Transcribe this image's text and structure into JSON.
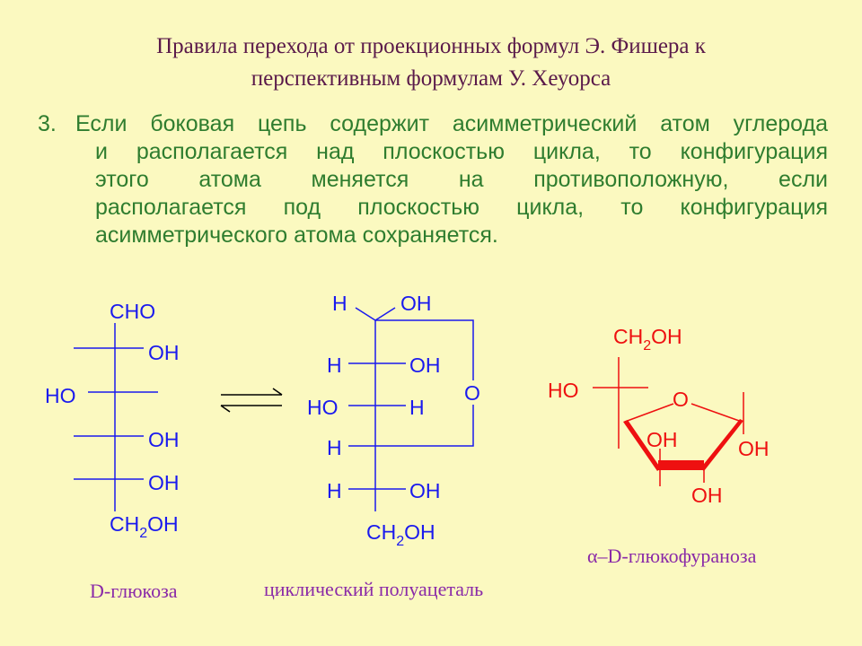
{
  "title": {
    "line1": "Правила перехода от проекционных формул Э. Фишера к",
    "line2": "перспективным формулам У. Хеуорса"
  },
  "rule": {
    "number": "3.",
    "lines": [
      "Если боковая цепь содержит асимметрический атом углерода",
      "и располагается над плоскостью цикла, то конфигурация",
      "этого атома меняется на противоположную, если",
      "располагается под плоскостью цикла, то конфигурация",
      "асимметрического атома сохраняется."
    ]
  },
  "glucose": {
    "top": "CHO",
    "oh": "OH",
    "ho": "HO",
    "bottom": {
      "main": "CH",
      "sub": "2",
      "end": "OH"
    },
    "caption": "D-глюкоза"
  },
  "hemiacetal": {
    "h": "H",
    "oh": "OH",
    "ho": "HO",
    "o": "O",
    "bottom": {
      "main": "CH",
      "sub": "2",
      "end": "OH"
    },
    "caption": "циклический полуацеталь"
  },
  "furanose": {
    "side": {
      "main": "CH",
      "sub": "2",
      "end": "OH"
    },
    "ho": "HO",
    "o": "O",
    "oh": "OH",
    "caption": "α–D-глюкофураноза"
  },
  "colors": {
    "background": "#fbf9c0",
    "title": "#5a1a4a",
    "rule_text": "#2f7d2f",
    "formula_blue": "#1a1aee",
    "formula_red": "#ee1010",
    "caption": "#8a2aa8",
    "arrow": "#000000"
  }
}
